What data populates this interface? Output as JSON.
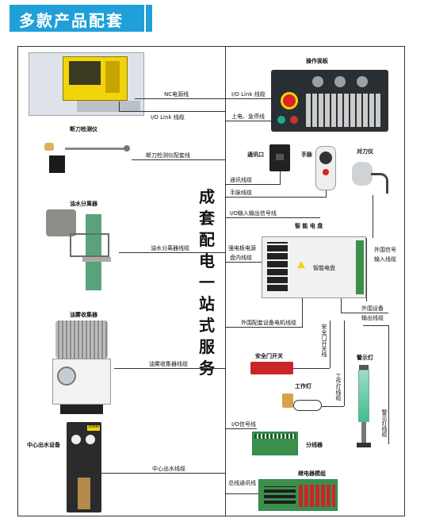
{
  "header": {
    "title": "多款产品配套"
  },
  "center_title": [
    "成",
    "套",
    "配",
    "电",
    "一",
    "站",
    "式",
    "服",
    "务"
  ],
  "left": {
    "nc_cable": "NC电源线",
    "io_link_cable": "I/O Link 线缆",
    "tool_breakage_title": "断刀检测仪",
    "tool_breakage_cable": "断刀检测仪配套线",
    "oil_water_title": "油水分离器",
    "oil_water_cable": "油水分离器线缆",
    "mist_title": "油雾收集器",
    "mist_cable": "油雾收集器线缆",
    "center_outlet_title": "中心出水设备",
    "center_outlet_cable": "中心出水线缆",
    "pressure_badge": "30bar"
  },
  "right": {
    "panel_title": "操作面板",
    "io_link_cable": "I/O Link 线缆",
    "estop_cable": "上电、急停线",
    "comm_port": "通讯口",
    "handwheel": "手脉",
    "tool_setter": "对刀仪",
    "comm_cable": "通讯线缆",
    "handwheel_cable": "手脉线缆",
    "io_io_cable": "I/O输入输出信号线",
    "cabinet_title": "智 能 电 盘",
    "cabinet_label": "智能电盘",
    "power_cable": [
      "强电板电源",
      "盘内线缆"
    ],
    "ext_signal": [
      "外围信号",
      "输入线缆"
    ],
    "ext_motor": "外围配套设备电机线缆",
    "ext_device": [
      "外围设备",
      "输出线缆"
    ],
    "safety_switch": "安全门开关",
    "safety_cable": "安全门开关线",
    "work_light": "工作灯",
    "work_light_cable": "工作灯线缆",
    "warning_light": "警示灯",
    "warning_cable": "警示灯线缆",
    "io_signal": "I/O信号线",
    "splitter": "分线器",
    "relay_title": "继电器模组",
    "bus_cable": "总线通讯线"
  },
  "colors": {
    "accent": "#1fa0d8",
    "panel": "#2a2f33",
    "fanuc_yellow": "#f2d40a",
    "pcb_green": "#3c8f4a"
  }
}
